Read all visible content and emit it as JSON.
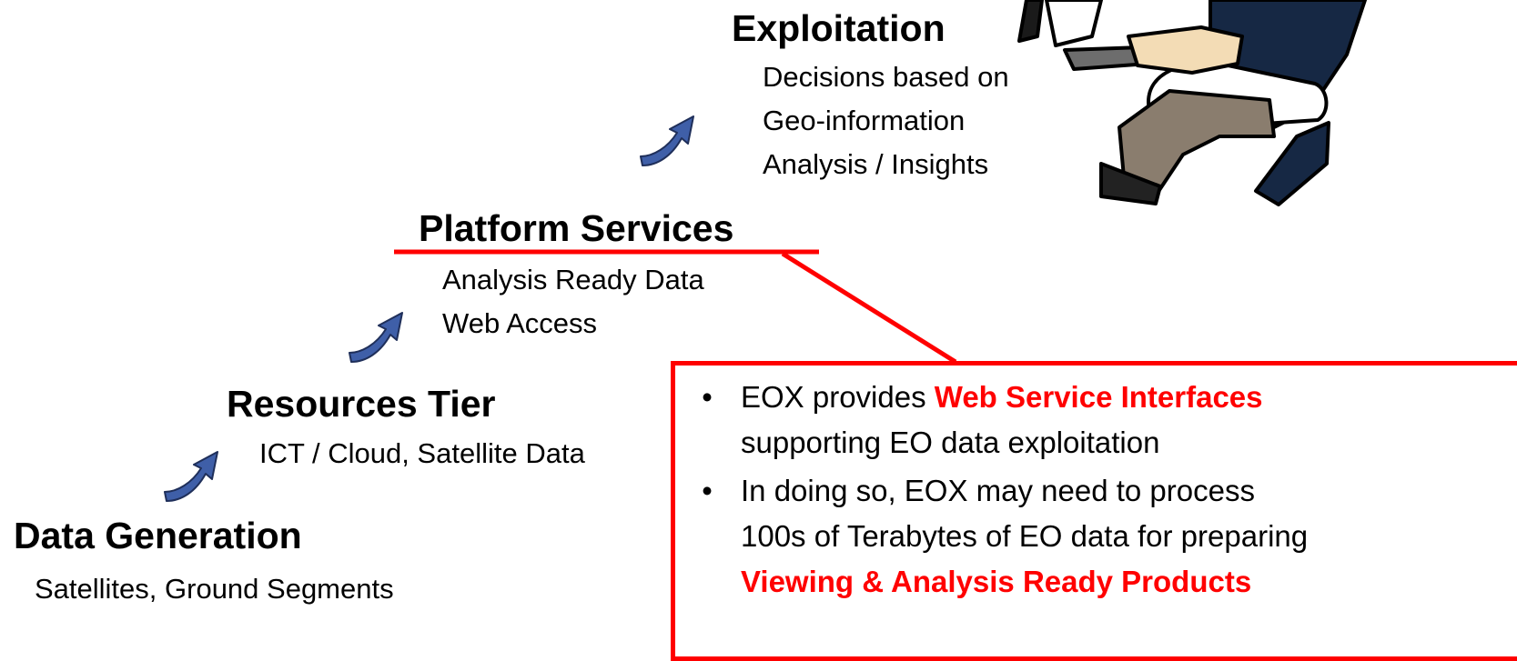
{
  "tiers": {
    "exploitation": {
      "title": "Exploitation",
      "lines": [
        "Decisions based on",
        "Geo-information",
        "Analysis / Insights"
      ]
    },
    "platform": {
      "title": "Platform Services",
      "lines": [
        "Analysis Ready Data",
        "Web Access"
      ]
    },
    "resources": {
      "title": "Resources Tier",
      "lines": [
        "ICT / Cloud, Satellite Data"
      ]
    },
    "data_generation": {
      "title": "Data Generation",
      "lines": [
        "Satellites, Ground Segments"
      ]
    }
  },
  "callout": {
    "bullet_symbol": "•",
    "b1": {
      "pre": "EOX provides ",
      "highlight": "Web Service Interfaces",
      "line2": "supporting EO data exploitation"
    },
    "b2": {
      "line1": "In doing so, EOX may need to process",
      "line2": "100s of Terabytes of EO data for preparing",
      "highlight": "Viewing & Analysis Ready Products"
    }
  },
  "colors": {
    "accent_red": "#ff0000",
    "arrow_blue": "#3f5fa8",
    "arrow_outline": "#1f2f5a",
    "user_shirt": "#162844",
    "user_pants": "#8a7d6e",
    "user_skin": "#f3dcb5"
  },
  "icons": {
    "arrow": "curved-arrow-up-right-icon",
    "user": "person-at-computer-icon"
  }
}
